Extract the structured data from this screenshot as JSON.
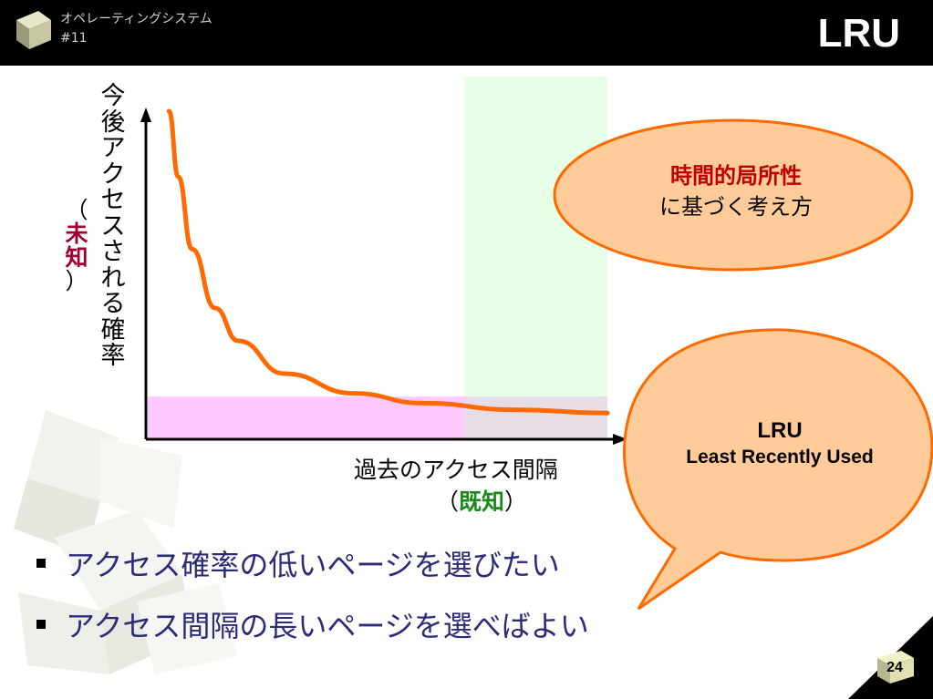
{
  "header": {
    "course": "オペレーティングシステム",
    "lecture": "#11",
    "title": "LRU"
  },
  "chart_data": {
    "type": "line",
    "ylabel": [
      "今",
      "後",
      "ア",
      "ク",
      "セ",
      "ス",
      "さ",
      "れ",
      "る",
      "確",
      "率"
    ],
    "ylabel_note_open": "（",
    "ylabel_note_emph": [
      "未",
      "知"
    ],
    "ylabel_note_close": "）",
    "xlabel": "過去のアクセス間隔",
    "xlabel_note_open": "（",
    "xlabel_note_emph": "既知",
    "xlabel_note_close": "）",
    "series": [
      {
        "x": [
          0.05,
          0.07,
          0.1,
          0.15,
          0.2,
          0.3,
          0.45,
          0.6,
          0.8,
          1.0
        ],
        "y": [
          1.0,
          0.8,
          0.58,
          0.4,
          0.3,
          0.2,
          0.14,
          0.11,
          0.09,
          0.08
        ]
      }
    ],
    "xlim": [
      0,
      1.0
    ],
    "ylim": [
      0,
      1.0
    ],
    "highlight_low_probability_band": [
      0,
      0.13
    ],
    "highlight_long_interval_band": [
      0.69,
      1.0
    ],
    "colors": {
      "line": "#ff6a00",
      "pink_band": "#ffc8ff",
      "green_band": "#e6ffe6"
    }
  },
  "bubbles": {
    "top_line1": "時間的局所性",
    "top_line2": "に基づく考え方",
    "bottom_line1": "LRU",
    "bottom_line2": "Least Recently Used"
  },
  "bullets": [
    "アクセス確率の低いページを選びたい",
    "アクセス間隔の長いページを選べばよい"
  ],
  "page_number": "24",
  "colors": {
    "header_bg": "#000000",
    "bubble_fill": "#ffcc99",
    "bubble_stroke": "#ff6a00",
    "bullet_text": "#2b2b78"
  }
}
